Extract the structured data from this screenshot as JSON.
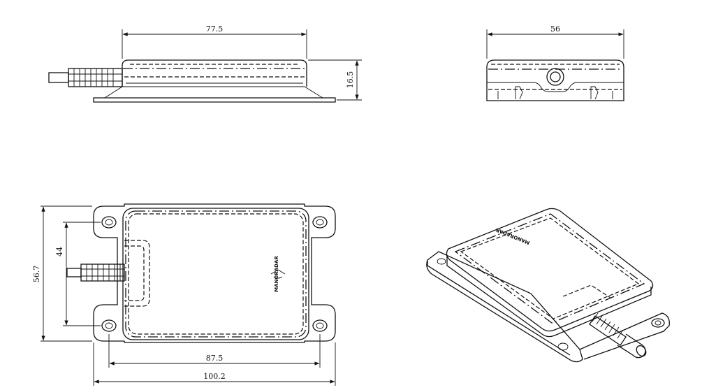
{
  "dimensions": {
    "side_length": "77.5",
    "side_height": "16.5",
    "end_width": "56",
    "top_inner_height": "44",
    "top_outer_height": "56.7",
    "top_inner_width": "87.5",
    "top_outer_width": "100.2"
  },
  "logo": {
    "text": "MANORADAR"
  }
}
